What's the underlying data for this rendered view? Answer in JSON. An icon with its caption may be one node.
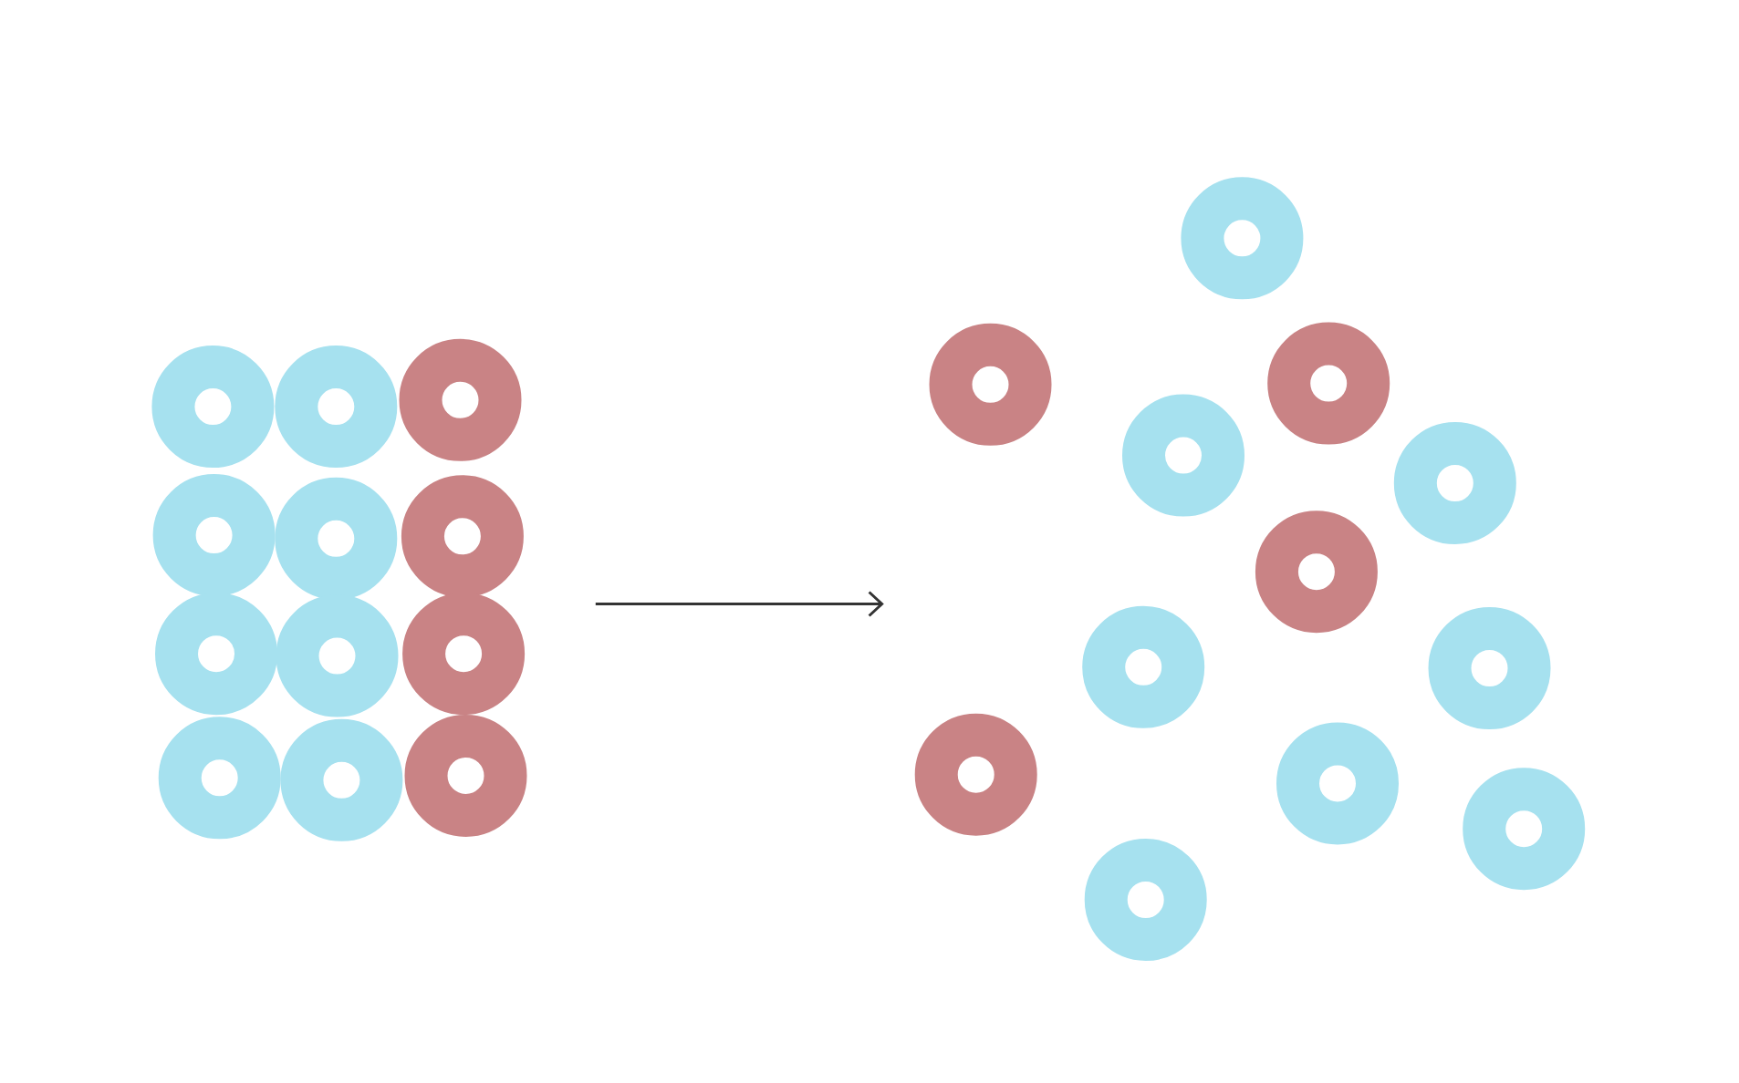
{
  "diagram": {
    "nodes": [
      {
        "text": [],
        "shape": "circle"
      },
      {
        "text": [],
        "shape": "circle"
      },
      {
        "text": [],
        "shape": "circle"
      },
      {
        "text": [],
        "shape": "circle"
      },
      {
        "text": [],
        "shape": "circle"
      },
      {
        "text": [],
        "shape": "circle"
      },
      {
        "text": [],
        "shape": "circle"
      },
      {
        "text": [],
        "shape": "circle"
      },
      {
        "text": [],
        "shape": "circle"
      },
      {
        "text": [],
        "shape": "circle"
      },
      {
        "text": [],
        "shape": "circle"
      },
      {
        "text": [],
        "shape": "circle"
      },
      {
        "text": [],
        "shape": "circle"
      },
      {
        "text": [],
        "shape": "circle"
      },
      {
        "text": [],
        "shape": "circle"
      },
      {
        "text": [],
        "shape": "circle"
      },
      {
        "text": [],
        "shape": "circle"
      },
      {
        "text": [],
        "shape": "circle"
      },
      {
        "text": [],
        "shape": "circle"
      },
      {
        "text": [],
        "shape": "circle"
      },
      {
        "text": [],
        "shape": "circle"
      },
      {
        "text": [],
        "shape": "circle"
      },
      {
        "text": [],
        "shape": "circle"
      },
      {
        "text": [],
        "shape": "circle"
      }
    ]
  }
}
